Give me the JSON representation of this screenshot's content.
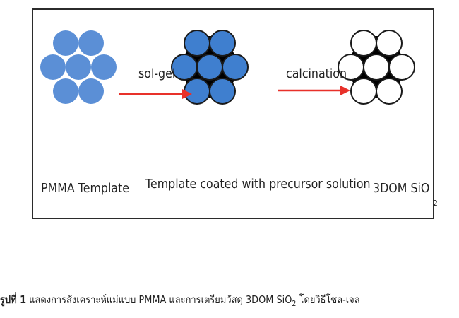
{
  "stages": [
    {
      "label": "PMMA Template",
      "fill": "#5b8fd6",
      "stroke": "#5b8fd6",
      "background": "#ffffff"
    },
    {
      "label": "Template coated with precursor solution",
      "fill": "#3f7fcf",
      "stroke": "#1a1a1a",
      "background": "#000000"
    },
    {
      "label": "3DOM SiO",
      "label_sub": "2",
      "fill": "#ffffff",
      "stroke": "#1a1a1a",
      "background": "#000000"
    }
  ],
  "arrows": [
    {
      "label": "sol-gel",
      "color": "#e8312a"
    },
    {
      "label": "calcination",
      "color": "#e8312a"
    }
  ],
  "caption": {
    "figure_label": "รูปที่ 1",
    "text": "แสดงการสังเคราะห์แม่แบบ PMMA และการเตรียมวัสดุ 3DOM SiO",
    "sub": "2",
    "text_after": "โดยวิธีโซล-เจล"
  }
}
